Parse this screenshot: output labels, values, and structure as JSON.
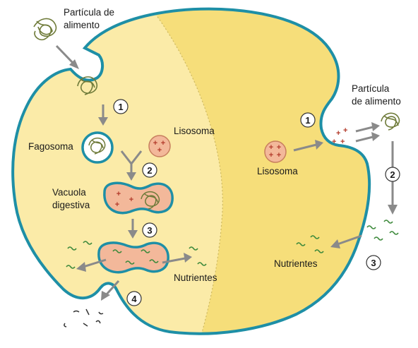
{
  "labels": {
    "food_particle_left": [
      "Partícula de",
      "alimento"
    ],
    "phagosome": "Fagosoma",
    "lysosome_left": "Lisosoma",
    "digestive_vacuole": [
      "Vacuola",
      "digestiva"
    ],
    "nutrients_left": "Nutrientes",
    "lysosome_right": "Lisosoma",
    "food_particle_right": [
      "Partícula",
      "de alimento"
    ],
    "nutrients_right": "Nutrientes"
  },
  "steps_left": [
    "1",
    "2",
    "3",
    "4"
  ],
  "steps_right": [
    "1",
    "2",
    "3"
  ],
  "colors": {
    "cell_fill_left": "#FBEBA8",
    "cell_fill_right": "#F6DE7A",
    "membrane": "#1E8FA6",
    "lysosome": "#F3B89A",
    "food": "#6F7B3A",
    "nutrient": "#3E8A3C",
    "arrow": "#8A8A8A"
  }
}
